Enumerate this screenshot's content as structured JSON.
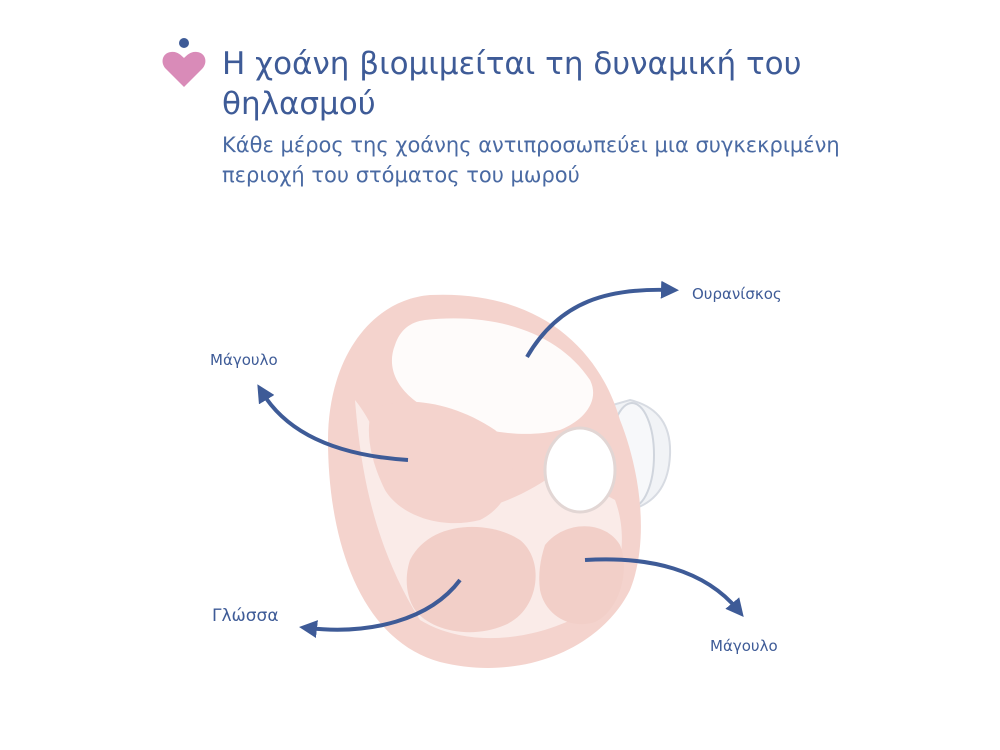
{
  "header": {
    "title": "Η χοάνη βιομιμείται τη δυναμική του θηλασμού",
    "subtitle": "Κάθε μέρος της χοάνης αντιπροσωπεύει μια συγκεκριμένη περιοχή του στόματος του μωρού"
  },
  "labels": {
    "palate": "Ουρανίσκος",
    "cheek_left": "Μάγουλο",
    "tongue": "Γλώσσα",
    "cheek_right": "Μάγουλο"
  },
  "colors": {
    "text": "#3e5b97",
    "logo_heart": "#d98bb8",
    "logo_dot": "#3e5b97",
    "funnel_pink": "#f4d3cd",
    "arrow": "#3e5b97"
  },
  "icons": {
    "logo": "heart-with-dot-icon"
  }
}
